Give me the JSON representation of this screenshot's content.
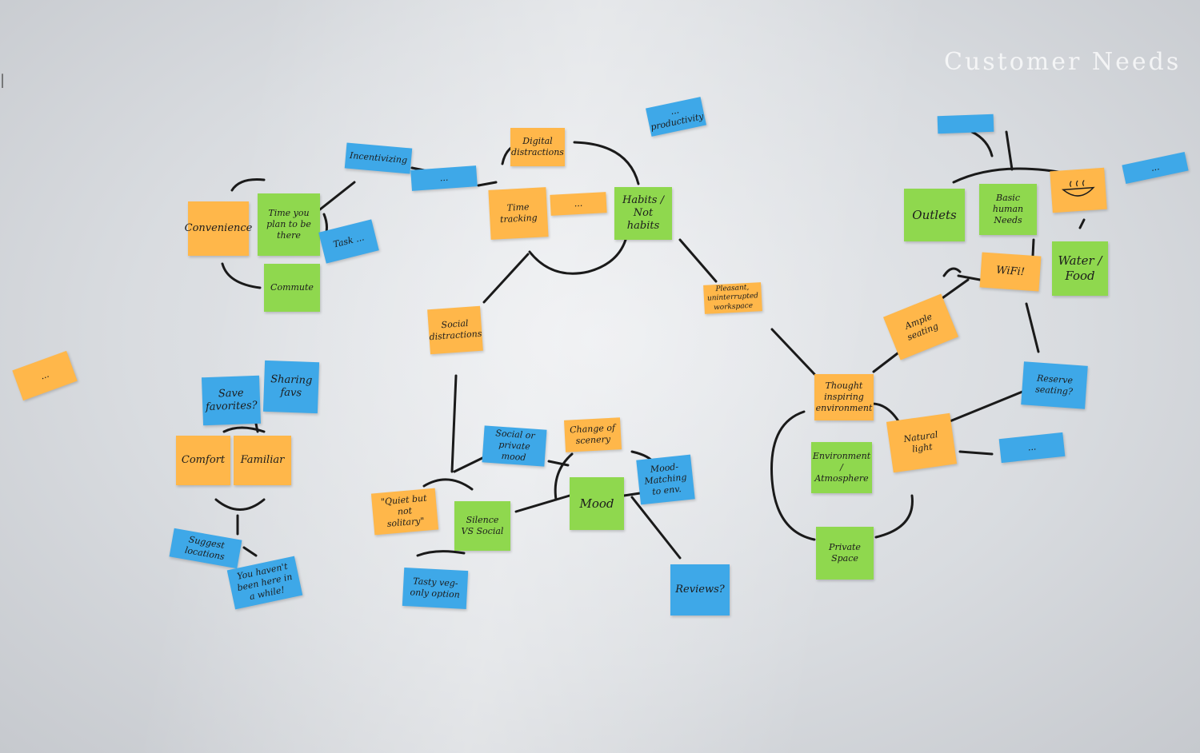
{
  "corner_text": "Customer Needs",
  "stickies": {
    "convenience": "Convenience",
    "time_you_plan": "Time you plan to be there",
    "commute": "Commute",
    "incentivizing": "Incentivizing",
    "task_something": "Task ...",
    "unknown_blue_1": "...",
    "digital_distractions": "Digital distractions",
    "time_tracking": "Time tracking",
    "unknown_orange_1": "...",
    "habits": "Habits / Not habits",
    "productivity": "... productivity",
    "pleasant_workspace": "Pleasant, uninterrupted workspace",
    "social_distractions": "Social distractions",
    "unknown_orange_left": "...",
    "save_favorites": "Save favorites?",
    "sharing_favs": "Sharing favs",
    "comfort": "Comfort",
    "familiar": "Familiar",
    "suggest_locations": "Suggest locations",
    "you_havent_been": "You haven't been here in a while!",
    "social_private_mood": "Social or private mood",
    "change_of_scenery": "Change of scenery",
    "quiet_not_solitary": "\"Quiet but not solitary\"",
    "silence_vs_social": "Silence VS Social",
    "mood": "Mood",
    "mood_matching": "Mood-Matching to env.",
    "tasty_veg": "Tasty veg-only option",
    "reviews": "Reviews?",
    "blue_top_right": "",
    "outlets": "Outlets",
    "basic_human_needs": "Basic human Needs",
    "drawing_food": "",
    "blue_far_right": "...",
    "wifi": "WiFi!",
    "water_food": "Water / Food",
    "ample_seating": "Ample seating",
    "thought_inspiring": "Thought inspiring environment",
    "reserve_seating": "Reserve seating?",
    "natural_light": "Natural light",
    "environment_atmosphere": "Environment / Atmosphere",
    "blue_natural_light": "...",
    "private_space": "Private Space"
  },
  "colors": {
    "orange_note": "#ffb74a",
    "green_note": "#8fd84e",
    "blue_note": "#3ea8e8",
    "whiteboard": "#e3e5e8",
    "marker": "#1a1a1a"
  }
}
